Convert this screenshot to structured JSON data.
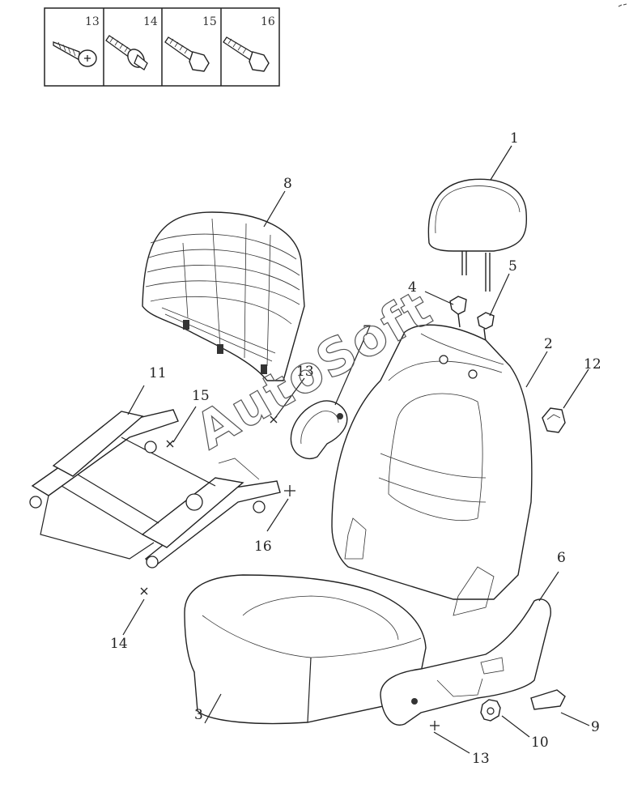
{
  "hardware_legend": [
    {
      "number": "13",
      "icon": "tapping-screw-icon"
    },
    {
      "number": "14",
      "icon": "flange-bolt-icon"
    },
    {
      "number": "15",
      "icon": "hex-bolt-icon"
    },
    {
      "number": "16",
      "icon": "hex-bolt-icon"
    }
  ],
  "callouts": {
    "headrest": "1",
    "seatback": "2",
    "seat_cushion": "3",
    "headrest_guide_left": "4",
    "headrest_guide_right": "5",
    "side_shield": "6",
    "seatback_panel_trim": "7",
    "seatback_frame": "8",
    "handle": "9",
    "knob": "10",
    "seat_track": "11",
    "recline_cover": "12",
    "screw_trim": "13",
    "screw_shield": "13",
    "bolt_track_front": "14",
    "bolt_track_rear": "15",
    "bolt_track_side": "16"
  },
  "watermark": "AutoSoft"
}
